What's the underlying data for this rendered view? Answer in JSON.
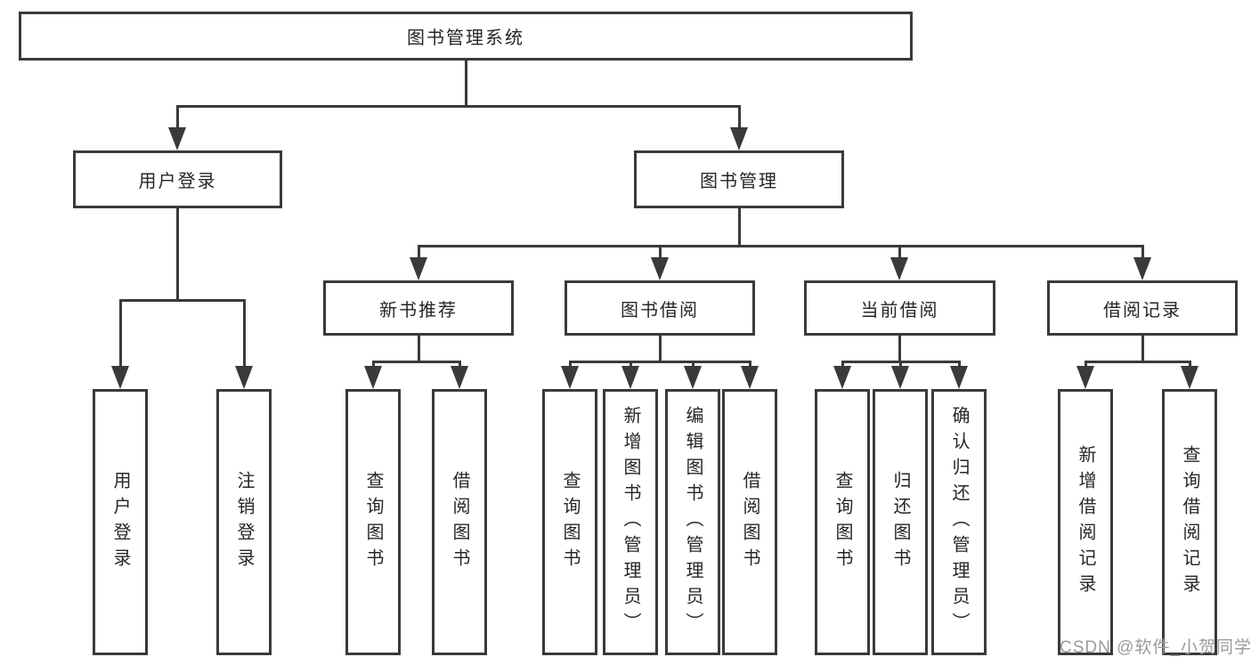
{
  "diagram": {
    "title": "图书管理系统",
    "type": "hierarchy-tree"
  },
  "colors": {
    "line": "#3a3a3a",
    "text": "#262626",
    "background": "#ffffff",
    "watermark": "#9b9b9b"
  },
  "nodes": {
    "root": "图书管理系统",
    "user_login": "用户登录",
    "book_management": "图书管理",
    "new_book_recommend": "新书推荐",
    "book_borrow": "图书借阅",
    "current_borrow": "当前借阅",
    "borrow_record": "借阅记录",
    "leaf_user_login": "用户登录",
    "leaf_logout": "注销登录",
    "leaf_nb_query_book": "查询图书",
    "leaf_nb_borrow_book": "借阅图书",
    "leaf_bb_query_book": "查询图书",
    "leaf_bb_add_book": "新增图书（管理员）",
    "leaf_bb_edit_book": "编辑图书（管理员）",
    "leaf_bb_borrow_book": "借阅图书",
    "leaf_cb_query_book": "查询图书",
    "leaf_cb_return_book": "归还图书",
    "leaf_cb_confirm_return": "确认归还（管理员）",
    "leaf_br_add_record": "新增借阅记录",
    "leaf_br_query_record": "查询借阅记录"
  },
  "watermark": "CSDN @软件_小贺同学"
}
